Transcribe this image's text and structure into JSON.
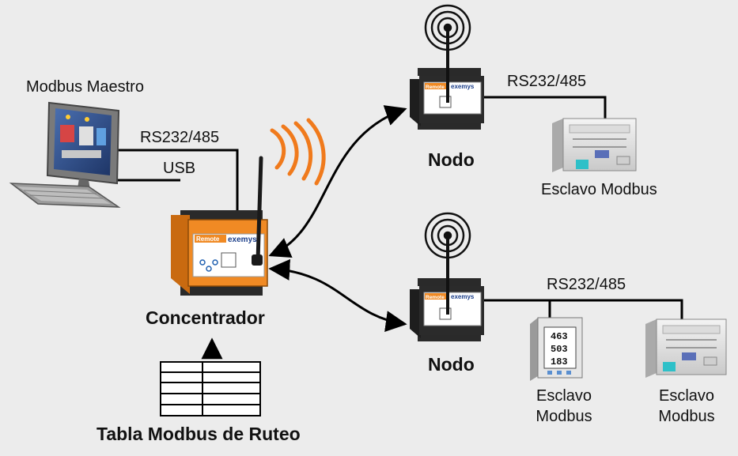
{
  "labels": {
    "master": "Modbus Maestro",
    "link_serial": "RS232/485",
    "link_usb": "USB",
    "concentrator": "Concentrador",
    "routing_table": "Tabla Modbus de Ruteo",
    "node_top": "Nodo",
    "node_bottom": "Nodo",
    "link_node_top": "RS232/485",
    "link_node_bottom": "RS232/485",
    "slave_top": "Esclavo Modbus",
    "slave_meter_line1": "Esclavo",
    "slave_meter_line2": "Modbus",
    "slave_right_line1": "Esclavo",
    "slave_right_line2": "Modbus"
  },
  "device": {
    "brand_left": "Remote",
    "brand_right": "exemys"
  },
  "meter_readings": [
    "463",
    "503",
    "183"
  ],
  "icons": [
    "desktop-computer-icon",
    "wireless-signal-icon",
    "concentrator-device-icon",
    "node-device-icon",
    "plc-device-icon",
    "power-meter-icon",
    "routing-table-icon"
  ],
  "colors": {
    "background": "#ececec",
    "device_orange": "#f08a24",
    "device_dark": "#2a2a2a",
    "signal_orange": "#f07a1c",
    "line": "#000000"
  }
}
